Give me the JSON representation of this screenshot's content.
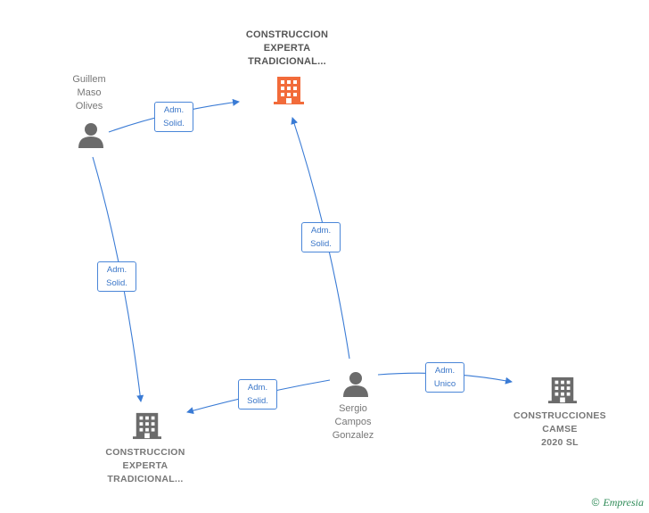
{
  "nodes": {
    "main_company": {
      "lines": [
        "CONSTRUCCION",
        "EXPERTA",
        "TRADICIONAL..."
      ],
      "icon": "building-icon",
      "color": "#f26b3a"
    },
    "guillem": {
      "lines": [
        "Guillem",
        "Maso",
        "Olives"
      ],
      "icon": "person-icon",
      "color": "#6b6b6b"
    },
    "sergio": {
      "lines": [
        "Sergio",
        "Campos",
        "Gonzalez"
      ],
      "icon": "person-icon",
      "color": "#6b6b6b"
    },
    "company_bottom_left": {
      "lines": [
        "CONSTRUCCION",
        "EXPERTA",
        "TRADICIONAL..."
      ],
      "icon": "building-icon",
      "color": "#6b6b6b"
    },
    "company_camse": {
      "lines": [
        "CONSTRUCCIONES",
        "CAMSE",
        "2020  SL"
      ],
      "icon": "building-icon",
      "color": "#6b6b6b"
    }
  },
  "edges": [
    {
      "lines": [
        "Adm.",
        "Solid."
      ]
    },
    {
      "lines": [
        "Adm.",
        "Solid."
      ]
    },
    {
      "lines": [
        "Adm.",
        "Solid."
      ]
    },
    {
      "lines": [
        "Adm.",
        "Solid."
      ]
    },
    {
      "lines": [
        "Adm.",
        "Unico"
      ]
    }
  ],
  "colors": {
    "edge": "#3a7bd5",
    "accent": "#f26b3a",
    "icon_gray": "#6b6b6b",
    "brand": "#2e8b57"
  },
  "footer": {
    "copyright": "©",
    "brand": "Empresia"
  }
}
